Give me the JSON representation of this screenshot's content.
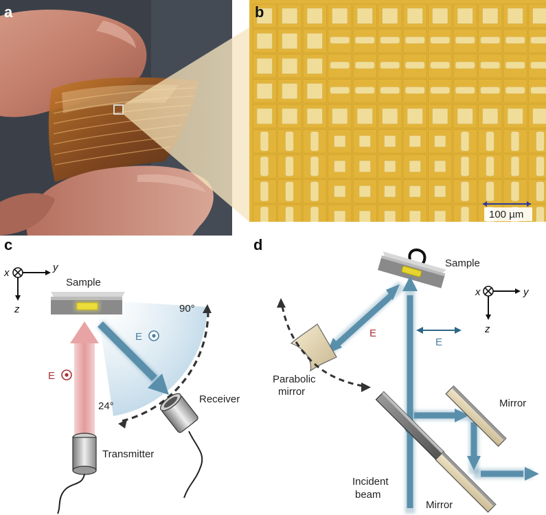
{
  "panels": {
    "a": {
      "label": "a"
    },
    "b": {
      "label": "b",
      "scale_bar": "100 µm"
    },
    "c": {
      "label": "c",
      "axes": {
        "x": "x",
        "y": "y",
        "z": "z"
      },
      "sample": "Sample",
      "angle_max": "90°",
      "angle_min": "24°",
      "e_incident": "E",
      "e_reflected": "E",
      "receiver": "Receiver",
      "transmitter": "Transmitter"
    },
    "d": {
      "label": "d",
      "axes": {
        "x": "x",
        "y": "y",
        "z": "z"
      },
      "sample": "Sample",
      "parabolic_mirror": [
        "Parabolic",
        "mirror"
      ],
      "e_red": "E",
      "e_blue": "E",
      "mirror_top": "Mirror",
      "mirror_bottom": "Mirror",
      "incident_beam": [
        "Incident",
        "beam"
      ]
    }
  },
  "colors": {
    "beam_blue": "#5a8fab",
    "beam_red": "#e8a4a4",
    "e_red": "#a83030",
    "e_blue": "#4a7ea0",
    "gold": "#e2b43a",
    "gold_light": "#f0dd9a",
    "photo_bg": "#3b4048"
  }
}
